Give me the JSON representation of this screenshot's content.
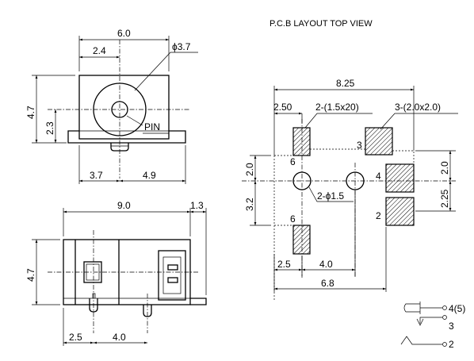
{
  "page_title": "P.C.B LAYOUT  TOP VIEW",
  "top_view": {
    "width": "6.0",
    "offset": "2.4",
    "diameter": "ϕ3.7",
    "height_total": "4.7",
    "height_center": "2.3",
    "pin_label": "PIN",
    "bottom_left": "3.7",
    "bottom_right": "4.9"
  },
  "side_view": {
    "length": "9.0",
    "overhang": "1.3",
    "height": "4.7",
    "pos_a": "2.5",
    "pos_b": "4.0"
  },
  "pcb_layout": {
    "width_total": "8.25",
    "pad_offset": "2.50",
    "pads_2": "2-(1.5x20)",
    "pads_3": "3-(2.0x2.0)",
    "pin_numbers": [
      "3",
      "6",
      "4",
      "6",
      "2"
    ],
    "left_top": "2.0",
    "left_bottom": "3.2",
    "right_top": "2.0",
    "right_bottom": "2.25",
    "holes": "2-ϕ1.5",
    "bottom_a": "2.5",
    "bottom_b": "4.0",
    "bottom_total": "6.8"
  },
  "schematic": {
    "pin_a": "4(5)",
    "pin_b": "3",
    "pin_c": "2"
  }
}
